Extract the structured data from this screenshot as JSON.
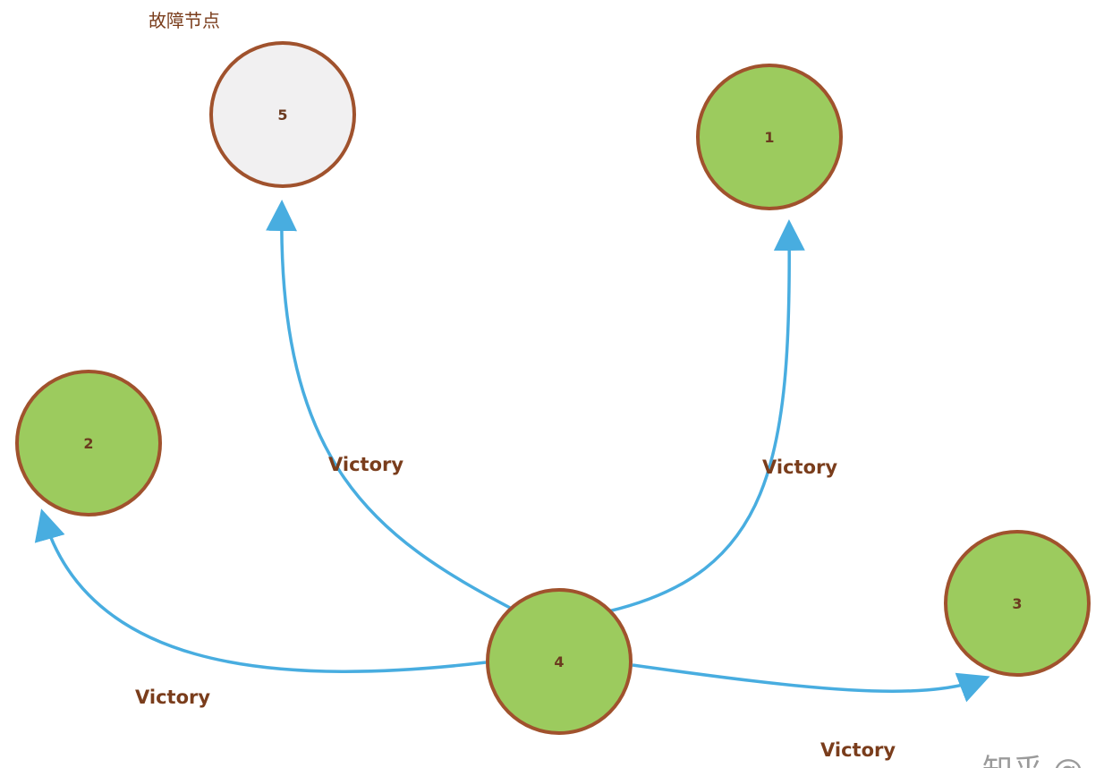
{
  "caption": "故障节点",
  "colors": {
    "node_fill_ok": "#9ccb5e",
    "node_fill_fault": "#f1f0f1",
    "node_stroke": "#a0522d",
    "edge": "#48ade0",
    "label": "#7a3d1c"
  },
  "nodes": [
    {
      "id": "5",
      "label": "5",
      "status": "fault"
    },
    {
      "id": "1",
      "label": "1",
      "status": "ok"
    },
    {
      "id": "2",
      "label": "2",
      "status": "ok"
    },
    {
      "id": "4",
      "label": "4",
      "status": "ok"
    },
    {
      "id": "3",
      "label": "3",
      "status": "ok"
    }
  ],
  "edges": [
    {
      "from": "4",
      "to": "5",
      "label": "Victory"
    },
    {
      "from": "4",
      "to": "1",
      "label": "Victory"
    },
    {
      "from": "4",
      "to": "2",
      "label": "Victory"
    },
    {
      "from": "4",
      "to": "3",
      "label": "Victory"
    }
  ],
  "watermark": "知乎 @"
}
